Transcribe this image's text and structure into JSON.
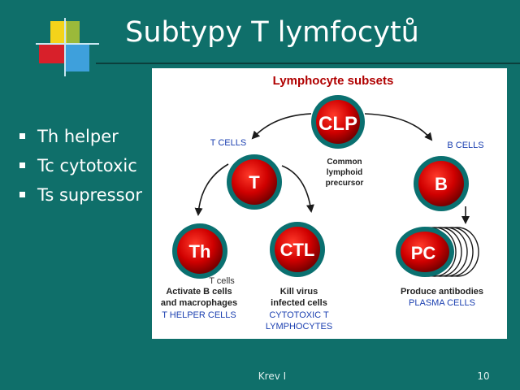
{
  "slide": {
    "title": "Subtypy T lymfocytů",
    "bullets": [
      "Th helper",
      "Tc cytotoxic",
      "Ts supressor"
    ],
    "footer_center": "Krev I",
    "footer_right": "10"
  },
  "diagram": {
    "title": "Lymphocyte subsets",
    "nodes": {
      "clp": "CLP",
      "t": "T",
      "b": "B",
      "th": "Th",
      "ctl": "CTL",
      "pc": "PC"
    },
    "labels": {
      "t_cells": "T CELLS",
      "b_cells": "B CELLS",
      "common_1": "Common",
      "common_2": "lymphoid",
      "common_3": "precursor",
      "overlay_t_cells": "T cells",
      "th_desc_1": "Activate B cells",
      "th_desc_2": "and macrophages",
      "th_type": "T HELPER CELLS",
      "ctl_desc_1": "Kill virus",
      "ctl_desc_2": "infected cells",
      "ctl_type_1": "CYTOTOXIC T",
      "ctl_type_2": "LYMPHOCYTES",
      "pc_desc": "Produce antibodies",
      "pc_type": "PLASMA CELLS"
    },
    "colors": {
      "node_fill": "#d00000",
      "node_ring": "#0a7070",
      "title": "#b00000",
      "type_label": "#1a3fb0",
      "slide_bg": "#0f6f6a"
    }
  }
}
